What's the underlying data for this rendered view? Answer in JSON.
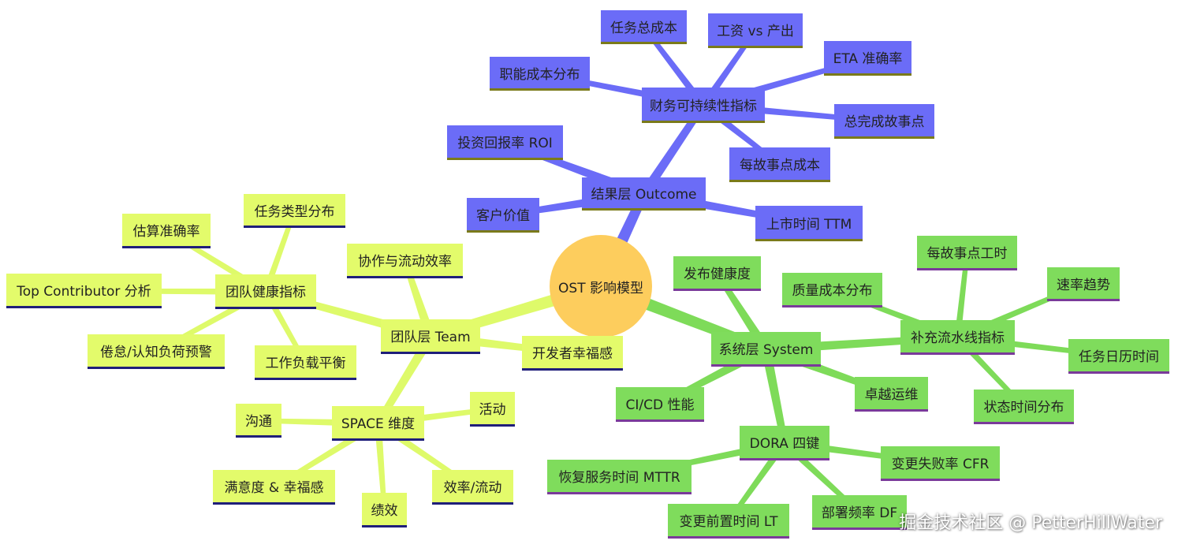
{
  "colors": {
    "outcome_node": "#6b6cf7",
    "outcome_line": "#6b6cf7",
    "team_node": "#e3fb6b",
    "team_line": "#defa6a",
    "system_node": "#7fdc5c",
    "system_line": "#7edb59",
    "root": "#fdcd5d"
  },
  "mindmap": {
    "root": "OST 影响模型",
    "outcome": {
      "label": "结果层 Outcome",
      "finance": {
        "label": "财务可持续性指标",
        "children": [
          "任务总成本",
          "工资 vs 产出",
          "ETA 准确率",
          "职能成本分布",
          "总完成故事点",
          "每故事点成本"
        ]
      },
      "children": [
        "投资回报率 ROI",
        "客户价值",
        "上市时间 TTM"
      ]
    },
    "team": {
      "label": "团队层 Team",
      "health": {
        "label": "团队健康指标",
        "children": [
          "任务类型分布",
          "估算准确率",
          "Top Contributor 分析",
          "倦怠/认知负荷预警",
          "工作负载平衡"
        ]
      },
      "space": {
        "label": "SPACE 维度",
        "children": [
          "沟通",
          "活动",
          "满意度 & 幸福感",
          "绩效",
          "效率/流动"
        ]
      },
      "children": [
        "协作与流动效率",
        "开发者幸福感"
      ]
    },
    "system": {
      "label": "系统层 System",
      "pipeline": {
        "label": "补充流水线指标",
        "children": [
          "质量成本分布",
          "每故事点工时",
          "速率趋势",
          "任务日历时间",
          "状态时间分布"
        ]
      },
      "dora": {
        "label": "DORA 四键",
        "children": [
          "恢复服务时间 MTTR",
          "变更失败率 CFR",
          "变更前置时间 LT",
          "部署频率 DF"
        ]
      },
      "children": [
        "发布健康度",
        "CI/CD 性能",
        "卓越运维"
      ]
    }
  },
  "watermark": "掘金技术社区 @ PetterHillWater"
}
